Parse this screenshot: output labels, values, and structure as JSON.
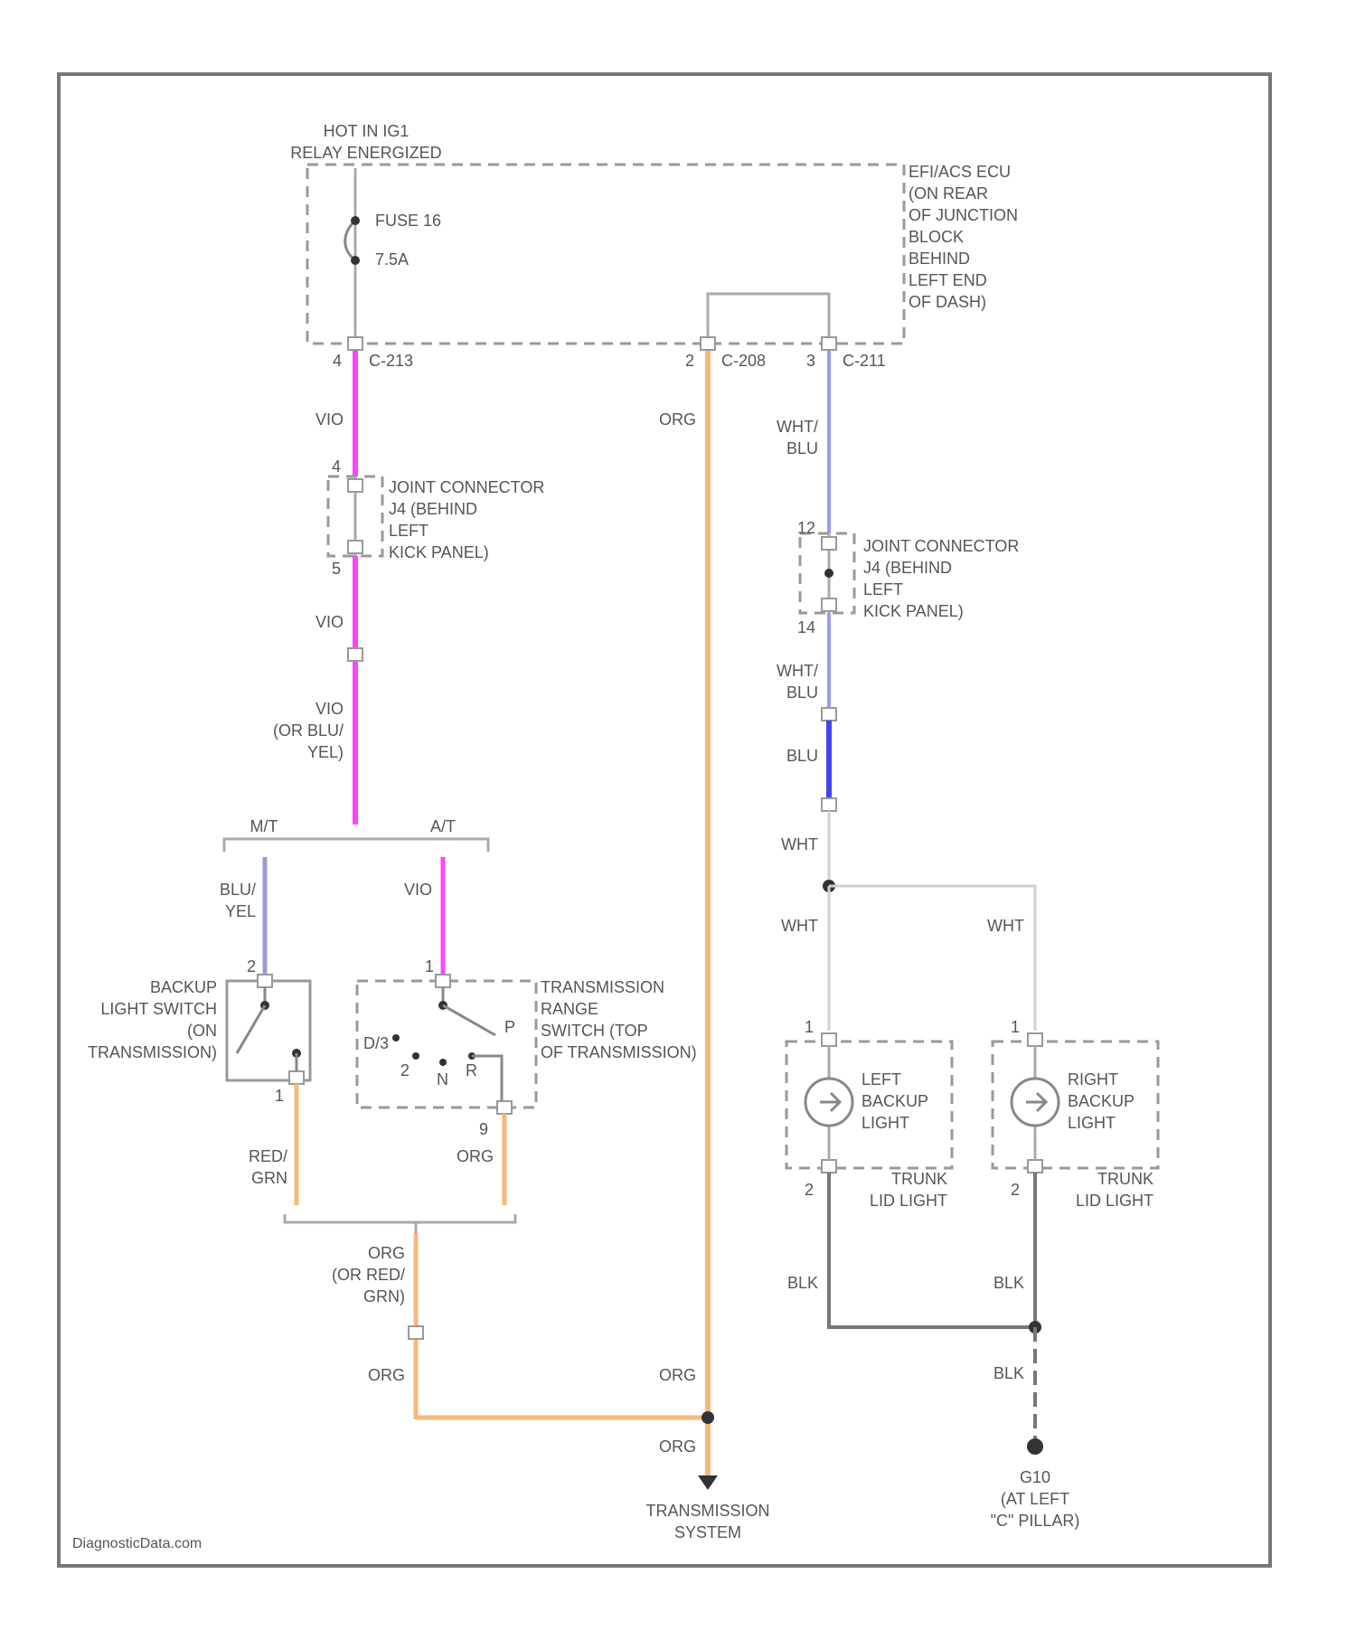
{
  "colors": {
    "vio": "#ff44ff",
    "org": "#f7b879",
    "blu": "#4444ee",
    "wht_blu": "#9b9bf0",
    "blu_yel": "#9b9bd6",
    "wht": "#d0d0d0",
    "blk": "#888888"
  },
  "power": {
    "line1": "HOT IN IG1",
    "line2": "RELAY ENERGIZED"
  },
  "fuse": {
    "name": "FUSE 16",
    "rating": "7.5A"
  },
  "ecu": {
    "lines": [
      "EFI/ACS ECU",
      "(ON REAR",
      "OF JUNCTION",
      "BLOCK",
      "BEHIND",
      "LEFT END",
      "OF DASH)"
    ]
  },
  "connectors": {
    "c1": {
      "pin": "4",
      "id": "C-213"
    },
    "c2": {
      "pin": "2",
      "id": "C-208"
    },
    "c3": {
      "pin": "3",
      "id": "C-211"
    }
  },
  "joint_left": {
    "pin_top": "4",
    "pin_bottom": "5",
    "lines": [
      "JOINT CONNECTOR",
      "J4 (BEHIND",
      "LEFT",
      "KICK PANEL)"
    ]
  },
  "joint_right": {
    "pin_top": "12",
    "pin_bottom": "14",
    "lines": [
      "JOINT CONNECTOR",
      "J4 (BEHIND",
      "LEFT",
      "KICK PANEL)"
    ]
  },
  "wires": {
    "vio_1": "VIO",
    "vio_2": "VIO",
    "vio_alt": [
      "VIO",
      "(OR BLU/",
      "YEL)"
    ],
    "org_main": "ORG",
    "wht_blu_1": [
      "WHT/",
      "BLU"
    ],
    "wht_blu_2": [
      "WHT/",
      "BLU"
    ],
    "blu": "BLU",
    "wht_1": "WHT",
    "wht_2": "WHT",
    "wht_3": "WHT",
    "blu_yel": [
      "BLU/",
      "YEL"
    ],
    "vio_at": "VIO",
    "red_grn": [
      "RED/",
      "GRN"
    ],
    "org_at": "ORG",
    "org_alt": [
      "ORG",
      "(OR RED/",
      "GRN)"
    ],
    "org_low": "ORG",
    "org_right": "ORG",
    "org_bottom": "ORG",
    "blk_1": "BLK",
    "blk_2": "BLK",
    "blk_3": "BLK"
  },
  "branch": {
    "mt": "M/T",
    "at": "A/T"
  },
  "backup_switch": {
    "pin_top": "2",
    "pin_bottom": "1",
    "lines": [
      "BACKUP",
      "LIGHT SWITCH",
      "(ON",
      "TRANSMISSION)"
    ]
  },
  "range_switch": {
    "pin_top": "1",
    "pin_bottom": "9",
    "lines": [
      "TRANSMISSION",
      "RANGE",
      "SWITCH (TOP",
      "OF TRANSMISSION)"
    ],
    "positions": [
      "P",
      "D/3",
      "2",
      "N",
      "R"
    ]
  },
  "left_light": {
    "pin_top": "1",
    "pin_bottom": "2",
    "lines": [
      "LEFT",
      "BACKUP",
      "LIGHT"
    ],
    "note": [
      "TRUNK",
      "LID LIGHT"
    ]
  },
  "right_light": {
    "pin_top": "1",
    "pin_bottom": "2",
    "lines": [
      "RIGHT",
      "BACKUP",
      "LIGHT"
    ],
    "note": [
      "TRUNK",
      "LID LIGHT"
    ]
  },
  "transmission": {
    "lines": [
      "TRANSMISSION",
      "SYSTEM"
    ]
  },
  "ground": {
    "lines": [
      "G10",
      "(AT LEFT",
      "\"C\" PILLAR)"
    ]
  },
  "footer": {
    "source": "DiagnosticData.com"
  }
}
